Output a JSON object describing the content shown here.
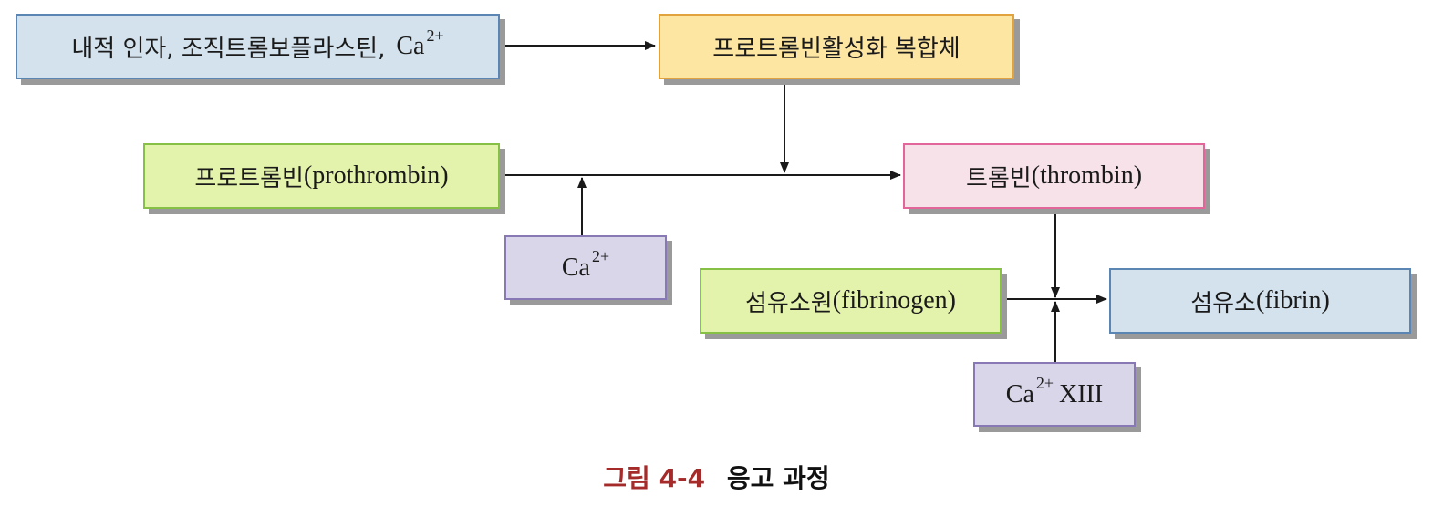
{
  "nodes": {
    "factors": {
      "text_kr": "내적 인자, 조직트롬보플라스틴,",
      "text_lat": "Ca",
      "sup": "2+"
    },
    "activator": {
      "text": "프로트롬빈활성화 복합체"
    },
    "prothrombin": {
      "text_kr": "프로트롬빈",
      "text_lat": "(prothrombin)"
    },
    "thrombin": {
      "text_kr": "트롬빈",
      "text_lat": "(thrombin)"
    },
    "ca1": {
      "text": "Ca",
      "sup": "2+"
    },
    "fibrinogen": {
      "text_kr": "섬유소원",
      "text_lat": "(fibrinogen)"
    },
    "fibrin": {
      "text_kr": "섬유소",
      "text_lat": "(fibrin)"
    },
    "ca2": {
      "text": "Ca",
      "sup": "2+",
      "suffix": "XIII"
    }
  },
  "caption": {
    "figure_label": "그림 4-4",
    "title": "응고 과정"
  },
  "colors": {
    "blue_fill": "#d3e2ec",
    "yellow_fill": "#fde5a2",
    "green_fill": "#e4f3ab",
    "pink_fill": "#f6e2e8",
    "lavender_fill": "#d9d6ea",
    "caption_red": "#a52a2a"
  }
}
